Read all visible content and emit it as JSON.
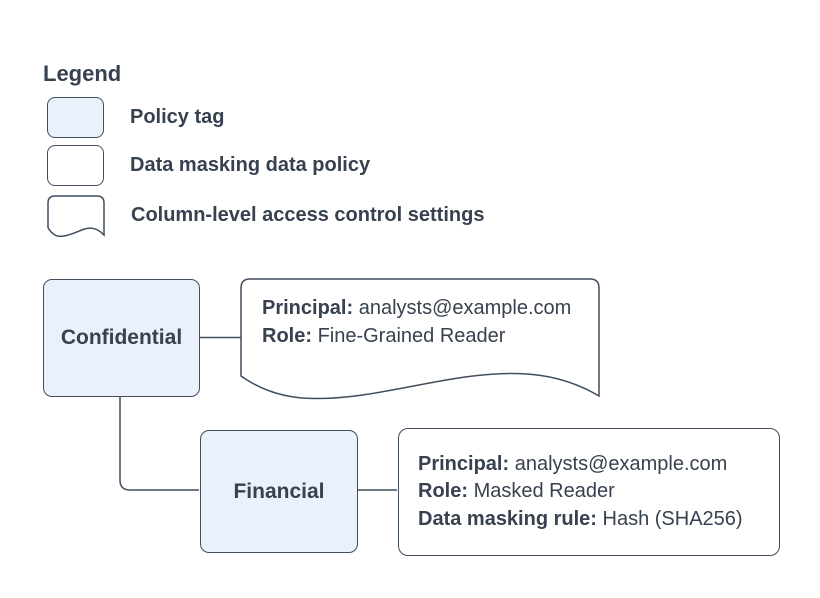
{
  "colors": {
    "background": "#ffffff",
    "policy_tag_fill": "#eaf1fb",
    "shape_border": "#414e5e",
    "text": "#37414f"
  },
  "legend": {
    "title": "Legend",
    "items": [
      {
        "shape": "policy-tag-swatch",
        "label": "Policy tag"
      },
      {
        "shape": "data-policy-swatch",
        "label": "Data masking data policy"
      },
      {
        "shape": "access-control-swatch",
        "label": "Column-level access control settings"
      }
    ]
  },
  "diagram": {
    "nodes": {
      "confidential": {
        "label": "Confidential"
      },
      "financial": {
        "label": "Financial"
      }
    },
    "confidential_settings": {
      "lines": [
        {
          "label": "Principal:",
          "value": "analysts@example.com"
        },
        {
          "label": "Role:",
          "value": "Fine-Grained Reader"
        }
      ]
    },
    "financial_policy": {
      "lines": [
        {
          "label": "Principal:",
          "value": "analysts@example.com"
        },
        {
          "label": "Role:",
          "value": "Masked Reader"
        },
        {
          "label": "Data masking rule:",
          "value": "Hash (SHA256)"
        }
      ]
    }
  }
}
